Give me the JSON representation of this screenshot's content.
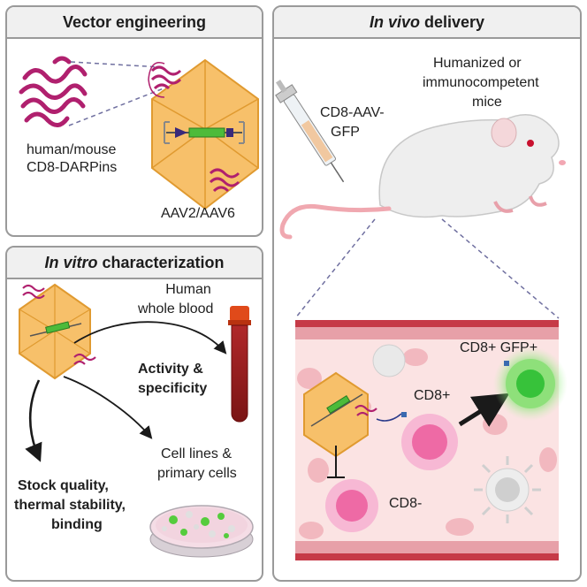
{
  "panels": {
    "vector": {
      "title": "Vector engineering",
      "darpin_label_1": "human/mouse",
      "darpin_label_2": "CD8-DARPins",
      "serotype_label": "AAV2/AAV6"
    },
    "invitro": {
      "title_italic": "In vitro",
      "title_rest": " characterization",
      "blood_label_1": "Human",
      "blood_label_2": "whole blood",
      "activity_1": "Activity &",
      "activity_2": "specificity",
      "cells_1": "Cell lines &",
      "cells_2": "primary cells",
      "stock_1": "Stock quality,",
      "stock_2": "thermal stability,",
      "stock_3": "binding"
    },
    "invivo": {
      "title_italic": "In vivo",
      "title_rest": " delivery",
      "mice_1": "Humanized or",
      "mice_2": "immunocompetent",
      "mice_3": "mice",
      "inject_1": "CD8-AAV-",
      "inject_2": "GFP",
      "cd8pos": "CD8+",
      "cd8neg": "CD8-",
      "gfp": "CD8+ GFP+"
    }
  },
  "colors": {
    "capsid": "#f7c06a",
    "capsid_edge": "#e09a30",
    "darpin": "#b0206e",
    "vessel": "#c63a47",
    "vessel_bg": "#fbe3e3",
    "cd8_cell": "#f06aa5",
    "gfp_cell": "#37c23a",
    "blood": "#8b1a1a",
    "tube_cap": "#e04a1a"
  }
}
